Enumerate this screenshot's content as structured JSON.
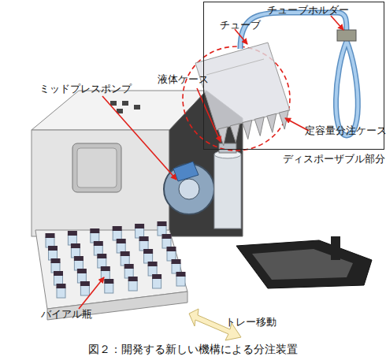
{
  "diagram": {
    "caption": "図２：開発する新しい機構による分注装置",
    "nodes": [
      {
        "text": [
          "チューブホルダー",
          "チューブ",
          "定容量分注ケース",
          "ディスポーザブル部分"
        ]
      }
    ],
    "labels": [
      "液体ケース",
      "ミッドプレスポンプ",
      "バイアル瓶",
      "トレー移動"
    ]
  }
}
